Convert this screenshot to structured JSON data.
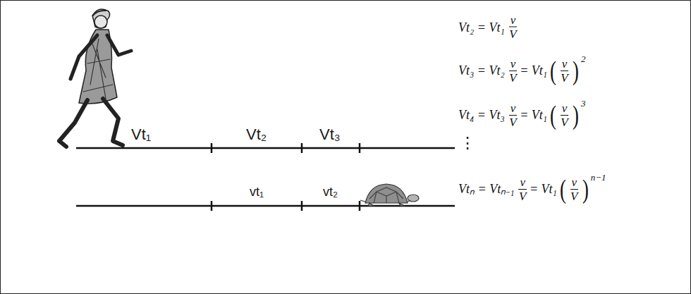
{
  "diagram": {
    "labels": [
      "Vt₁",
      "Vt₂",
      "Vt₃",
      "vt₁",
      "vt₂",
      "Vt₂ = Vt₁",
      "v",
      "V",
      "Vt₃ = Vt₂",
      "v",
      "V",
      "= Vt₁",
      "(",
      "v",
      "V",
      ")",
      "2",
      "Vt₄ = Vt₃",
      "v",
      "V",
      "= Vt₁",
      "(",
      "v",
      "V",
      ")",
      "3",
      "⋮",
      "Vtₙ = Vtₙ₋₁",
      "v",
      "V",
      "= Vt₁",
      "(",
      "v",
      "V",
      ")",
      "n−1"
    ]
  }
}
